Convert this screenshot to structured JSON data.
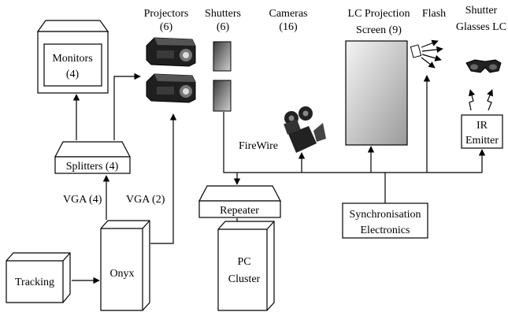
{
  "labels": {
    "monitors_line1": "Monitors",
    "monitors_line2": "(4)",
    "projectors_line1": "Projectors",
    "projectors_line2": "(6)",
    "shutters_line1": "Shutters",
    "shutters_line2": "(6)",
    "cameras_line1": "Cameras",
    "cameras_line2": "(16)",
    "lc_screen_line1": "LC Projection",
    "lc_screen_line2": "Screen (9)",
    "flash": "Flash",
    "glasses_line1": "Shutter",
    "glasses_line2": "Glasses LC",
    "ir_line1": "IR",
    "ir_line2": "Emitter",
    "firewire": "FireWire",
    "splitters": "Splitters (4)",
    "vga4": "VGA (4)",
    "vga2": "VGA (2)",
    "repeater": "Repeater",
    "sync_line1": "Synchronisation",
    "sync_line2": "Electronics",
    "tracking": "Tracking",
    "onyx": "Onyx",
    "pc_line1": "PC",
    "pc_line2": "Cluster"
  }
}
